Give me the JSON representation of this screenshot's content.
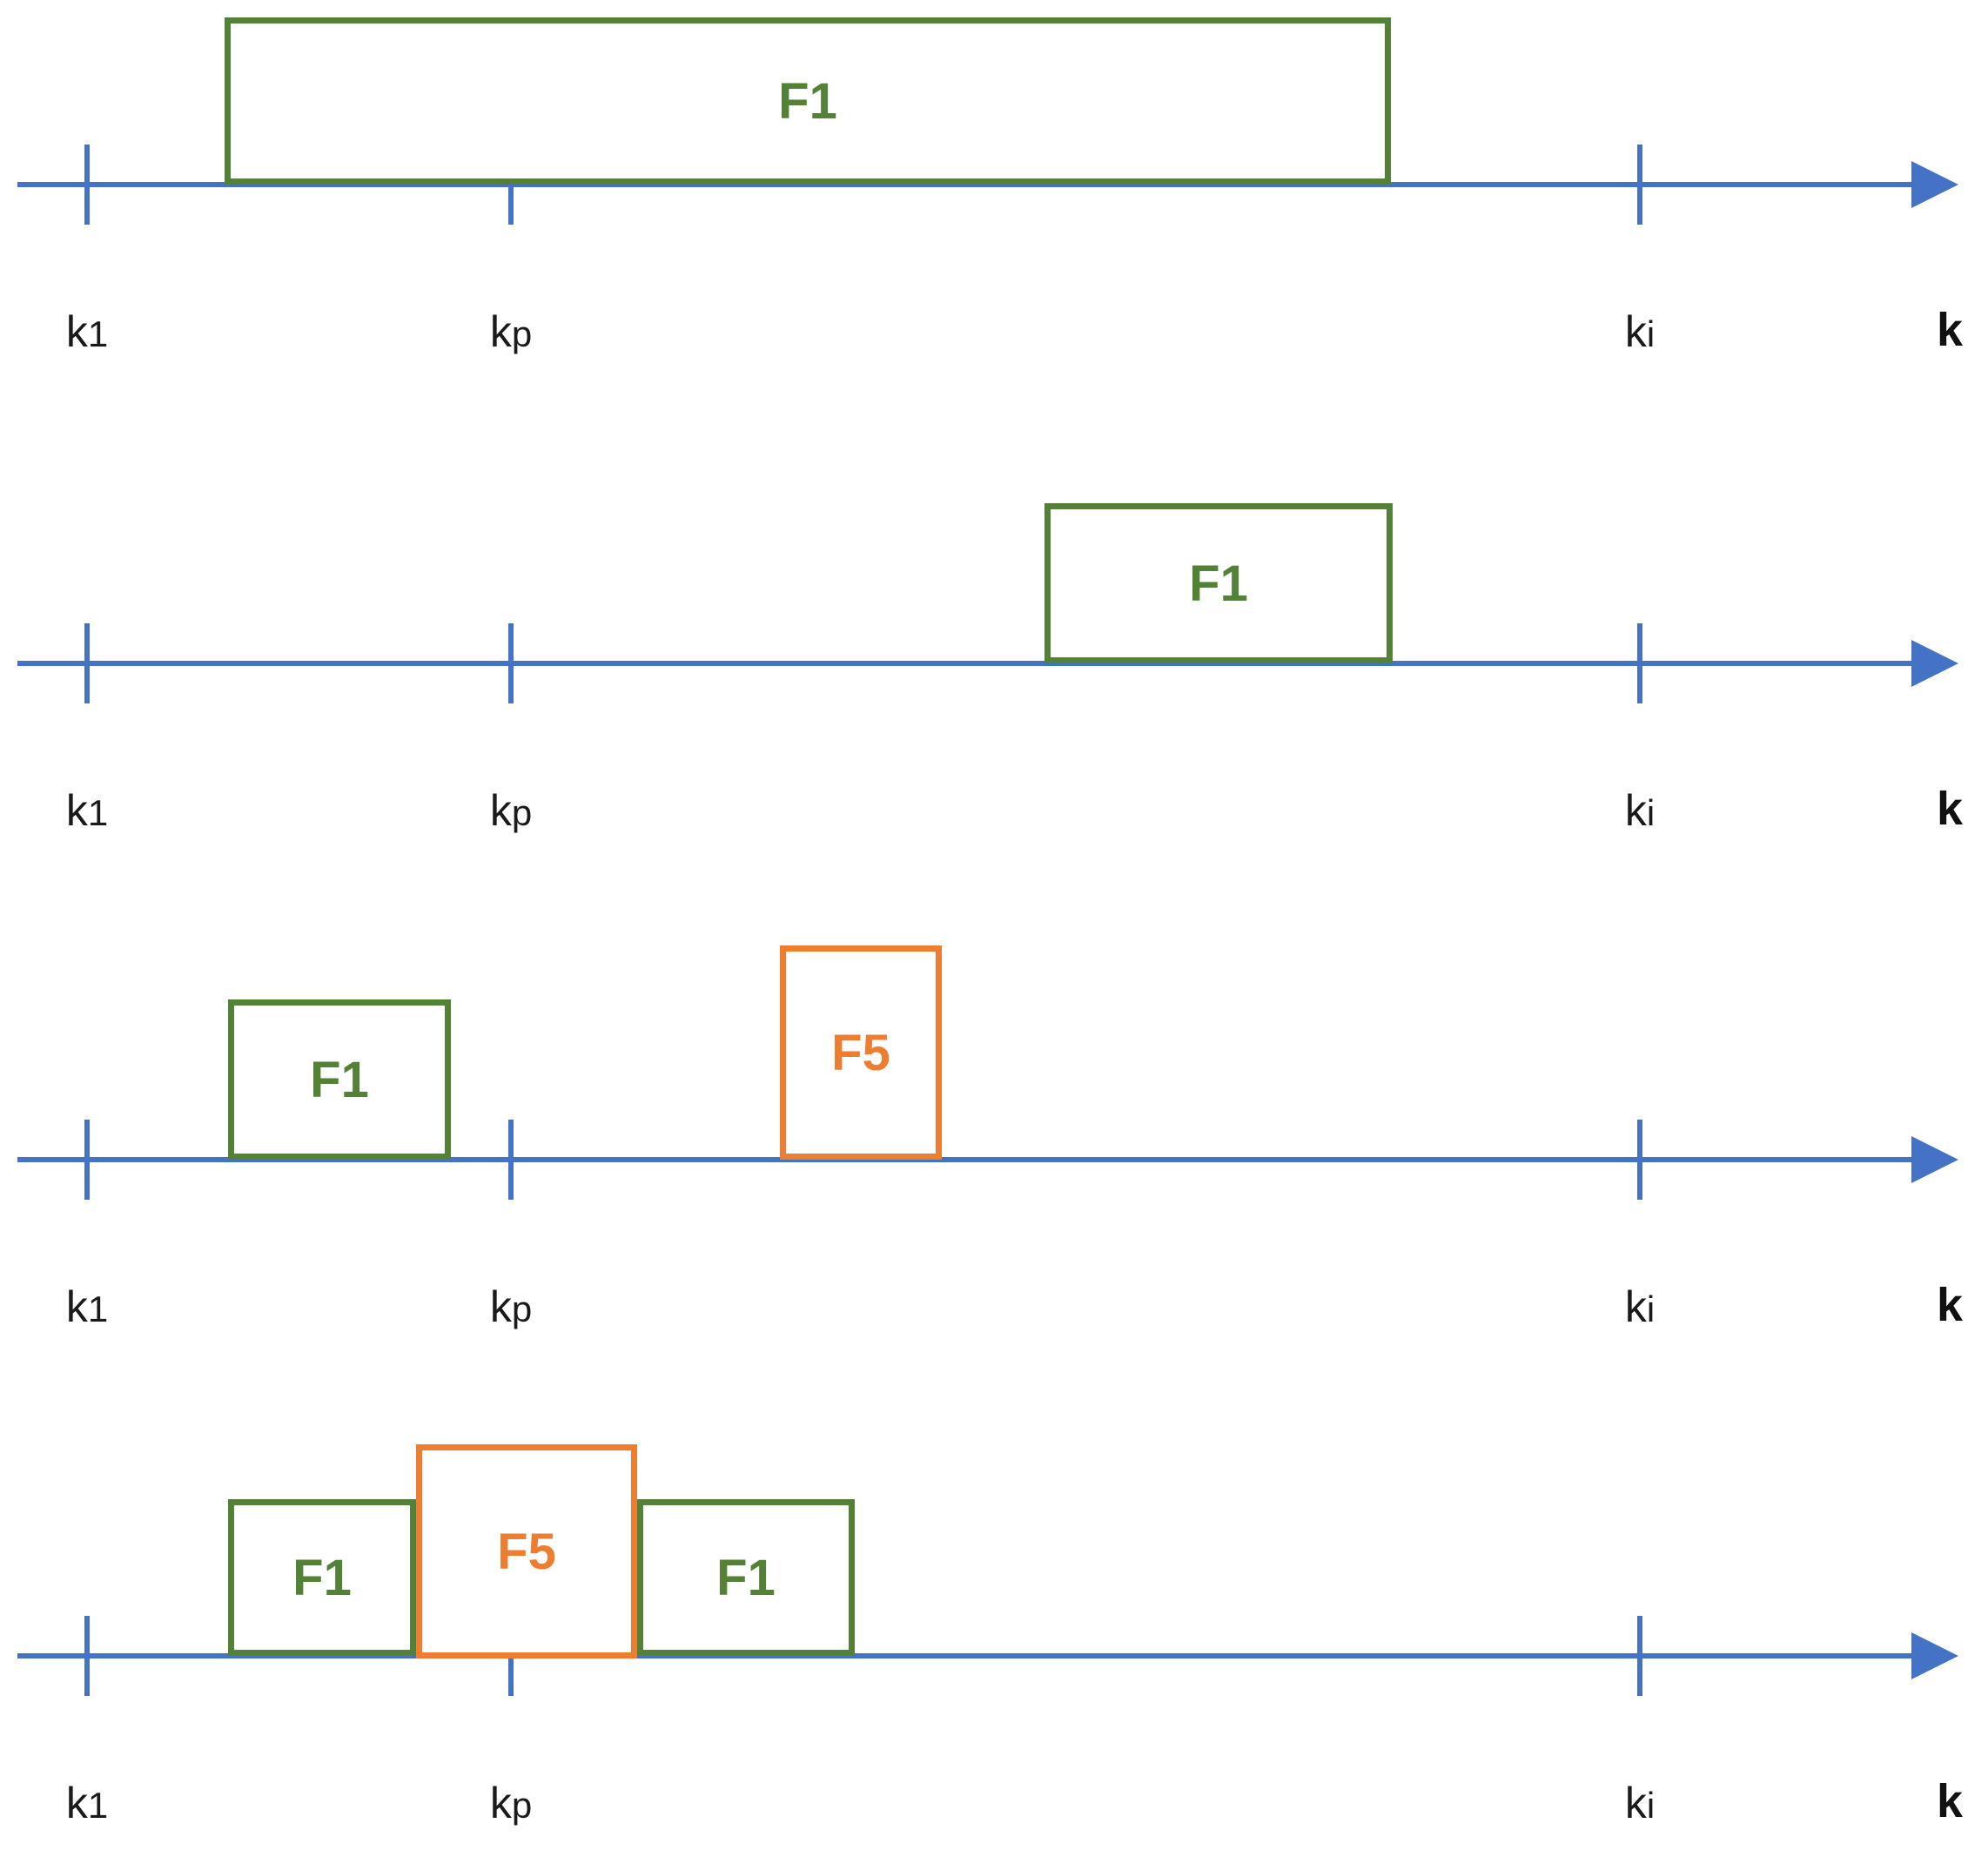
{
  "colors": {
    "axis": "#4472C4",
    "green": "#538135",
    "orange": "#ED7D31",
    "text": "#1a1a1a"
  },
  "rows": [
    {
      "ticks": [
        {
          "base": "k",
          "sub": "1"
        },
        {
          "base": "k",
          "sub": "p"
        },
        {
          "base": "k",
          "sub": "i"
        }
      ],
      "axis_label": "k",
      "boxes": [
        {
          "label": "F1",
          "color": "#538135"
        }
      ]
    },
    {
      "ticks": [
        {
          "base": "k",
          "sub": "1"
        },
        {
          "base": "k",
          "sub": "p"
        },
        {
          "base": "k",
          "sub": "i"
        }
      ],
      "axis_label": "k",
      "boxes": [
        {
          "label": "F1",
          "color": "#538135"
        }
      ]
    },
    {
      "ticks": [
        {
          "base": "k",
          "sub": "1"
        },
        {
          "base": "k",
          "sub": "p"
        },
        {
          "base": "k",
          "sub": "i"
        }
      ],
      "axis_label": "k",
      "boxes": [
        {
          "label": "F1",
          "color": "#538135"
        },
        {
          "label": "F5",
          "color": "#ED7D31"
        }
      ]
    },
    {
      "ticks": [
        {
          "base": "k",
          "sub": "1"
        },
        {
          "base": "k",
          "sub": "p"
        },
        {
          "base": "k",
          "sub": "i"
        }
      ],
      "axis_label": "k",
      "boxes": [
        {
          "label": "F1",
          "color": "#538135"
        },
        {
          "label": "F5",
          "color": "#ED7D31"
        },
        {
          "label": "F1",
          "color": "#538135"
        }
      ]
    }
  ]
}
